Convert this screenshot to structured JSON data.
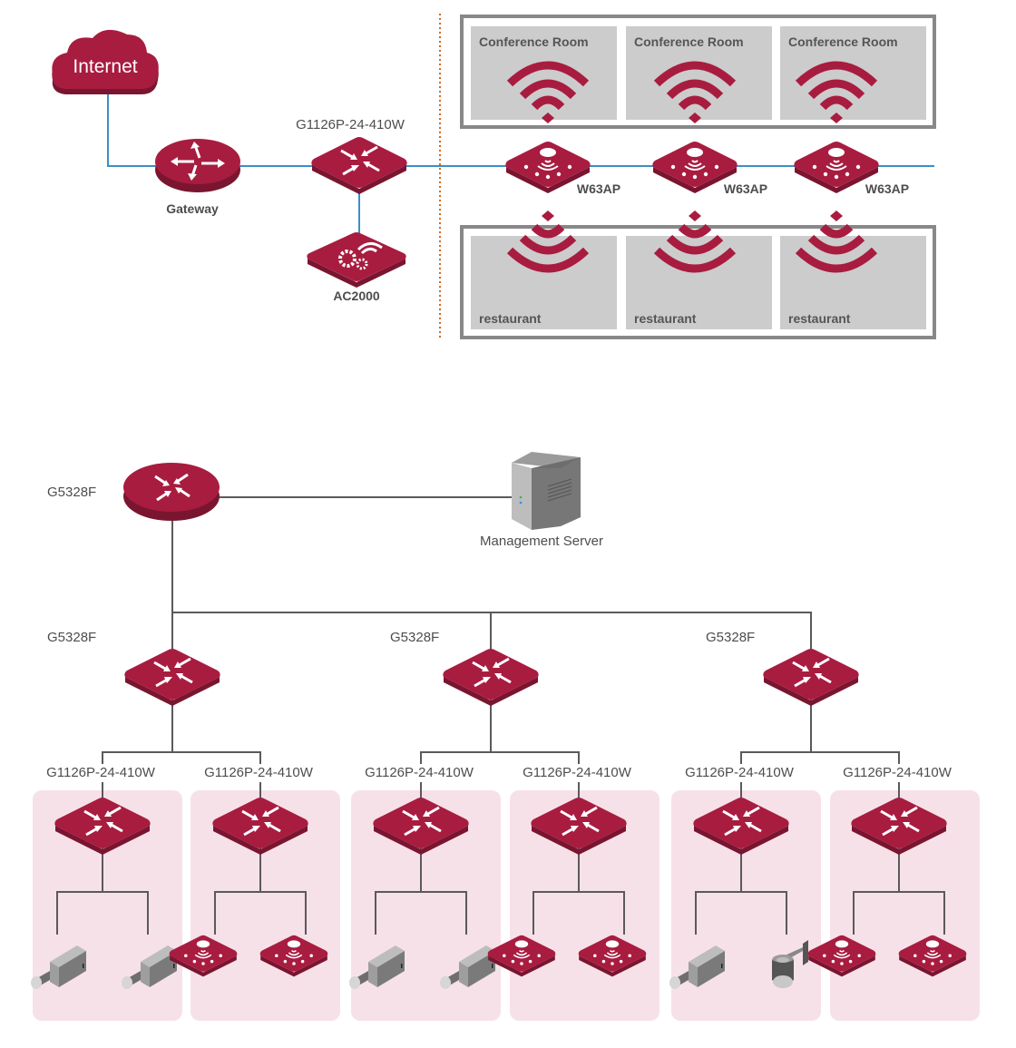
{
  "colors": {
    "device": "#a81c40",
    "device_side": "#7a1530",
    "link_blue": "#3b8fc7",
    "link_gray": "#5a5a5a",
    "divider": "#d2691e",
    "room_fill": "#cccccc",
    "room_border": "#888888",
    "zone_fill": "#f7e1e9",
    "label": "#4d4d4d"
  },
  "top_section": {
    "internet_label": "Internet",
    "gateway_label": "Gateway",
    "switch_label": "G1126P-24-410W",
    "controller_label": "AC2000",
    "access_points": [
      {
        "label": "W63AP"
      },
      {
        "label": "W63AP"
      },
      {
        "label": "W63AP"
      }
    ],
    "conference_rooms": [
      {
        "label": "Conference Room"
      },
      {
        "label": "Conference Room"
      },
      {
        "label": "Conference Room"
      }
    ],
    "restaurants": [
      {
        "label": "restaurant"
      },
      {
        "label": "restaurant"
      },
      {
        "label": "restaurant"
      }
    ]
  },
  "bottom_section": {
    "core_switch_label": "G5328F",
    "server_label": "Management Server",
    "aggregation_switches": [
      {
        "label": "G5328F"
      },
      {
        "label": "G5328F"
      },
      {
        "label": "G5328F"
      }
    ],
    "access_switches": [
      {
        "label": "G1126P-24-410W",
        "devices": [
          "camera",
          "camera"
        ]
      },
      {
        "label": "G1126P-24-410W",
        "devices": [
          "access-point",
          "access-point"
        ]
      },
      {
        "label": "G1126P-24-410W",
        "devices": [
          "camera",
          "camera"
        ]
      },
      {
        "label": "G1126P-24-410W",
        "devices": [
          "access-point",
          "access-point"
        ]
      },
      {
        "label": "G1126P-24-410W",
        "devices": [
          "camera",
          "dome-camera"
        ]
      },
      {
        "label": "G1126P-24-410W",
        "devices": [
          "access-point",
          "access-point"
        ]
      }
    ]
  }
}
